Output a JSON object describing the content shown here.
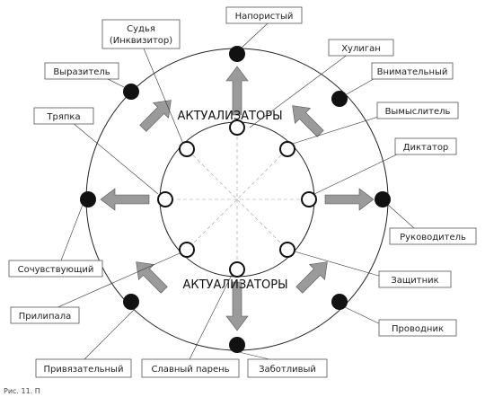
{
  "diagram": {
    "title_top": "АКТУАЛИЗАТОРЫ",
    "title_bottom": "АКТУАЛИЗАТОРЫ",
    "caption": "Рис. 11. П",
    "labels": {
      "napористый": "Напористый",
      "sudya": "Судья",
      "sudya_sub": "(Инквизитор)",
      "hulиган": "Хулиган",
      "vnimatelny": "Внимательный",
      "vymyslitel": "Вымыслитель",
      "diktator": "Диктатор",
      "rukovoditel": "Руководитель",
      "zashchitnik": "Защитник",
      "provodnik": "Проводник",
      "zabotlivy": "Заботливый",
      "slavny_paren": "Славный парень",
      "privyazatelny": "Привязательный",
      "prilipala": "Прилипала",
      "sochuvstvuyushchy": "Сочувствующий",
      "tryapka": "Тряпка",
      "vyrazitel": "Выразитель"
    }
  }
}
